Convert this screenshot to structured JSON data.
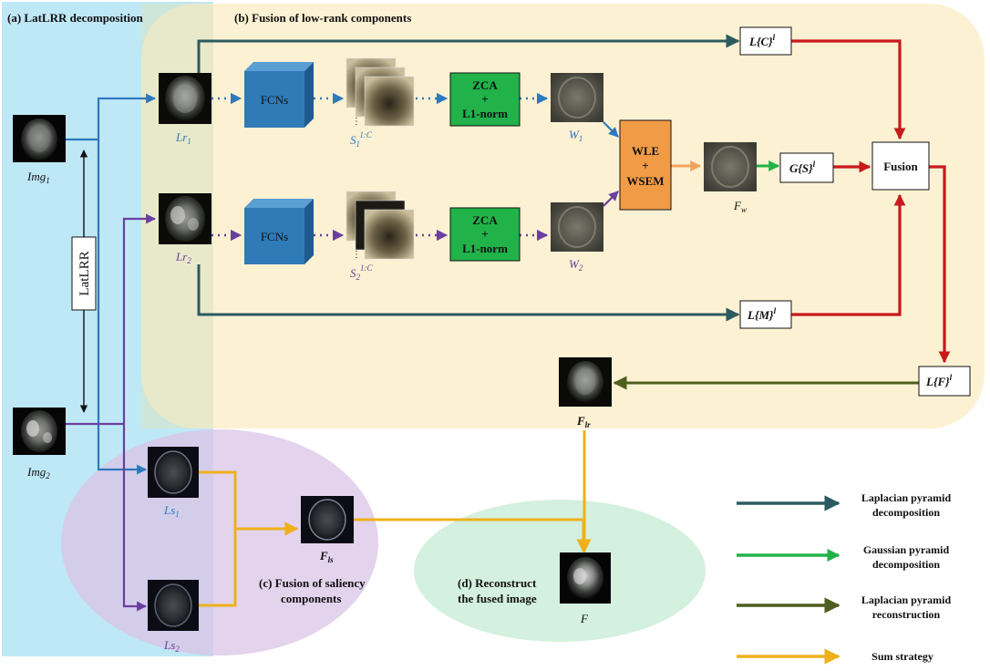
{
  "regions": {
    "latlrr": "(a) LatLRR decomposition",
    "fusion_low_rank": "(b) Fusion of  low-rank components",
    "fusion_saliency_line1": "(c) Fusion of  saliency",
    "fusion_saliency_line2": "components",
    "reconstruct_line1": "(d) Reconstruct",
    "reconstruct_line2": "the fused image"
  },
  "nodes": {
    "fcns": "FCNs",
    "zca1": "ZCA",
    "plus": "+",
    "l1norm1": "L1-norm",
    "wle": "WLE",
    "wsem": "WSEM",
    "fusion": "Fusion",
    "latlrr_box": "LatLRR"
  },
  "labels": {
    "img1_base": "Img",
    "img1_sub": "1",
    "img2_base": "Img",
    "img2_sub": "2",
    "lr1_base": "Lr",
    "lr1_sub": "1",
    "lr2_base": "Lr",
    "lr2_sub": "2",
    "s1_base": "S",
    "s1_sub": "1",
    "s1_sup": "1:C",
    "s2_base": "S",
    "s2_sub": "2",
    "s2_sup": "1:C",
    "w1_base": "W",
    "w1_sub": "1",
    "w2_base": "W",
    "w2_sub": "2",
    "fw_base": "F",
    "fw_sub": "w",
    "flr_base": "F",
    "flr_sub": "lr",
    "ls1_base": "Ls",
    "ls1_sub": "1",
    "ls2_base": "Ls",
    "ls2_sub": "2",
    "fls_base": "F",
    "fls_sub": "ls",
    "f_final": "F",
    "lc": "L{C}",
    "lc_sup": "l",
    "lm": "L{M}",
    "lm_sup": "l",
    "gs": "G{S}",
    "gs_sup": "l",
    "lf": "L{F}",
    "lf_sup": "l"
  },
  "legend": [
    {
      "line1": "Laplacian pyramid",
      "line2": "decomposition",
      "color": "#2b5b60"
    },
    {
      "line1": "Gaussian pyramid",
      "line2": "decomposition",
      "color": "#21b24a"
    },
    {
      "line1": "Laplacian pyramid",
      "line2": "reconstruction",
      "color": "#4f5f1d"
    },
    {
      "line1": "Sum strategy",
      "line2": "",
      "color": "#eeb11c"
    }
  ],
  "colors": {
    "blue_flow": "#2e79bd",
    "purple_flow": "#6b3fa0",
    "red_flow": "#c8191b",
    "orange_flow": "#f2a35e",
    "fcn_box": "#2f7bb8",
    "zca_box": "#21b24a",
    "wle_box": "#f19b46",
    "region_a": "#bfe8f7",
    "region_b": "#fdf0cf",
    "region_c": "#e6d3ee",
    "region_d": "#d4f0df"
  }
}
